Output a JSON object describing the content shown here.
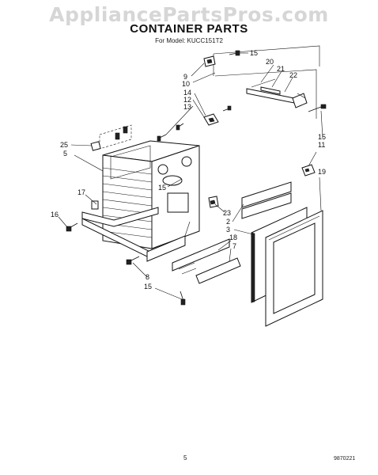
{
  "watermark": "AppliancePartsPros.com",
  "title": "CONTAINER PARTS",
  "subtitle": "For Model: KUCC151T2",
  "page_number": "5",
  "document_code": "9870221",
  "callouts": {
    "c1": "15",
    "c2": "9",
    "c3": "20",
    "c4": "21",
    "c5": "22",
    "c6": "10",
    "c7": "14",
    "c8": "12",
    "c9": "13",
    "c10": "25",
    "c11": "5",
    "c12": "15",
    "c13": "11",
    "c14": "19",
    "c15": "15",
    "c16": "17",
    "c17": "16",
    "c18": "23",
    "c19": "2",
    "c20": "3",
    "c21": "18",
    "c22": "7",
    "c23": "8",
    "c24": "15"
  }
}
